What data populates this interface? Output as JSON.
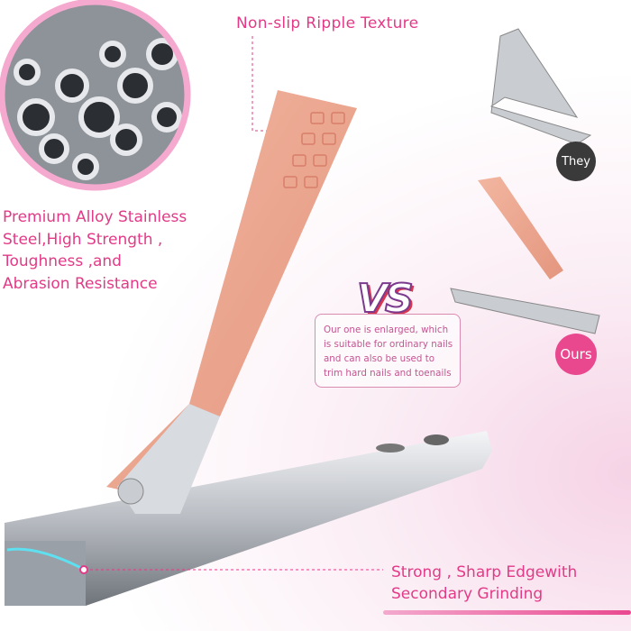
{
  "headline": "Non-slip Ripple Texture",
  "material_text": [
    "Premium Alloy Stainless",
    "Steel,High Strength ,",
    "Toughness ,and",
    "Abrasion Resistance"
  ],
  "vs_label": "VS",
  "comparison_note": [
    "Our one is enlarged, which",
    "is suitable for ordinary nails",
    "and can also be used to",
    "trim hard nails and toenails"
  ],
  "badges": {
    "they": "They",
    "ours": "Ours"
  },
  "edge_text": [
    "Strong , Sharp Edgewith",
    "Secondary Grinding"
  ],
  "colors": {
    "accent": "#e23a87",
    "handle": "#e9a58e",
    "steel": "#c9ccd1"
  }
}
